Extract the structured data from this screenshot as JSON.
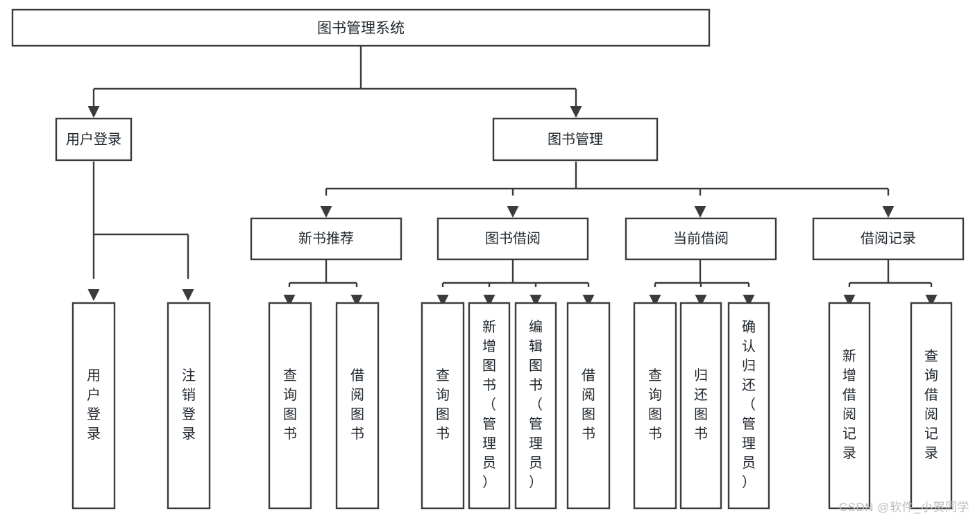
{
  "diagram": {
    "type": "tree-hierarchy-chart",
    "title": "图书管理系统",
    "colors": {
      "background": "#ffffff",
      "stroke": "#3b3b3b",
      "box_fill": "#ffffff",
      "text": "#20272e",
      "watermark": "#b9bcc1"
    },
    "watermark": "CSDN @软件_小贺同学",
    "levels": {
      "root": {
        "label": "图书管理系统"
      },
      "level1": [
        {
          "label": "用户登录"
        },
        {
          "label": "图书管理"
        }
      ],
      "level2": [
        {
          "label": "新书推荐",
          "parent": "图书管理"
        },
        {
          "label": "图书借阅",
          "parent": "图书管理"
        },
        {
          "label": "当前借阅",
          "parent": "图书管理"
        },
        {
          "label": "借阅记录",
          "parent": "图书管理"
        }
      ],
      "leaves": [
        {
          "label": "用户登录",
          "parent": "用户登录"
        },
        {
          "label": "注销登录",
          "parent": "用户登录"
        },
        {
          "label": "查询图书",
          "parent": "新书推荐"
        },
        {
          "label": "借阅图书",
          "parent": "新书推荐"
        },
        {
          "label": "查询图书",
          "parent": "图书借阅"
        },
        {
          "label": "新增图书（管理员）",
          "parent": "图书借阅"
        },
        {
          "label": "编辑图书（管理员）",
          "parent": "图书借阅"
        },
        {
          "label": "借阅图书",
          "parent": "图书借阅"
        },
        {
          "label": "查询图书",
          "parent": "当前借阅"
        },
        {
          "label": "归还图书",
          "parent": "当前借阅"
        },
        {
          "label": "确认归还（管理员）",
          "parent": "当前借阅"
        },
        {
          "label": "新增借阅记录",
          "parent": "借阅记录"
        },
        {
          "label": "查询借阅记录",
          "parent": "借阅记录"
        }
      ]
    }
  }
}
